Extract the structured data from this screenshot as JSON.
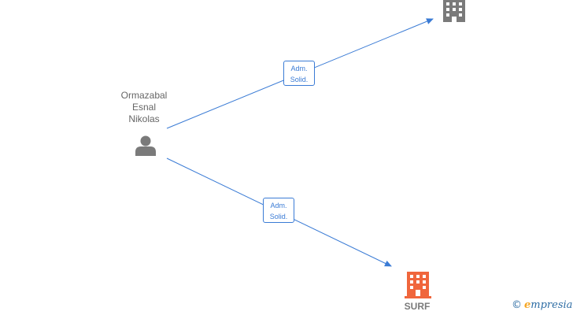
{
  "person": {
    "name_lines": [
      "Ormazabal",
      "Esnal",
      "Nikolas"
    ]
  },
  "edges": [
    {
      "label_lines": [
        "Adm.",
        "Solid."
      ]
    },
    {
      "label_lines": [
        "Adm.",
        "Solid."
      ]
    }
  ],
  "companies": [
    {
      "name": "",
      "color": "#7a7a7a"
    },
    {
      "name": "SURF",
      "color": "#f0663c"
    }
  ],
  "colors": {
    "edge": "#3a7bd5",
    "person": "#7a7a7a"
  },
  "brand": {
    "copyright": "©",
    "initial": "e",
    "rest": "mpresia"
  }
}
